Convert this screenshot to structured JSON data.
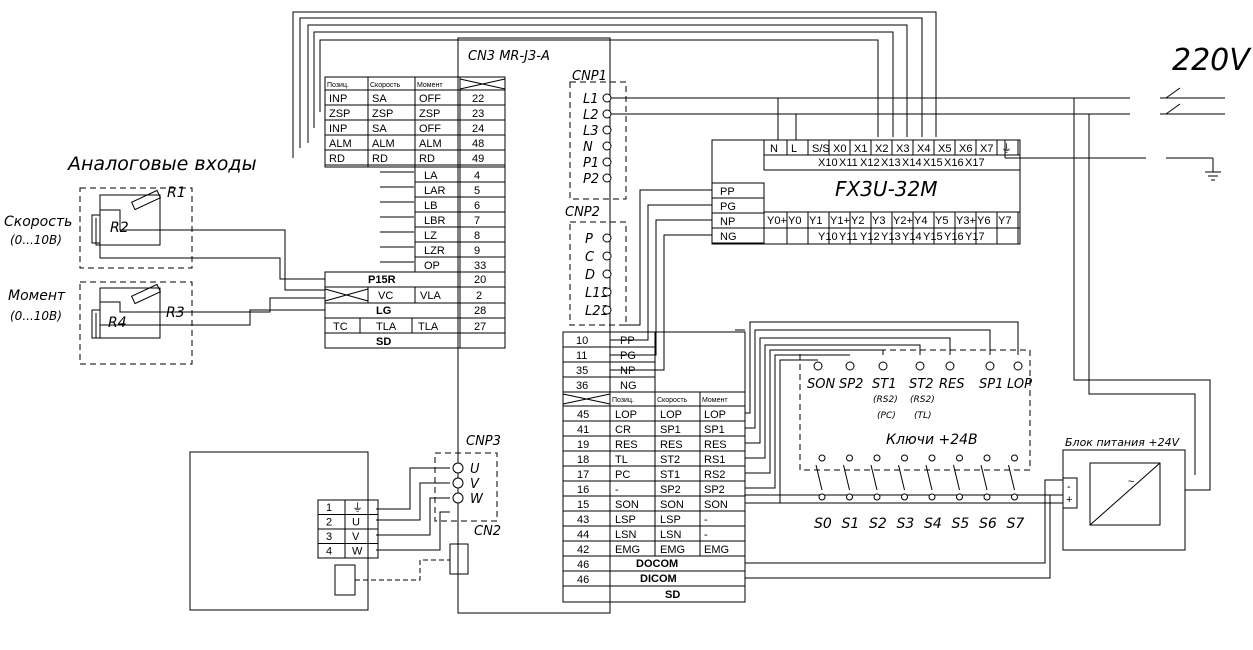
{
  "title_voltage": "220V",
  "analog_inputs_label": "Аналоговые входы",
  "speed_label": "Скорость",
  "speed_range": "(0...10В)",
  "torque_label": "Момент",
  "torque_range": "(0...10В)",
  "resistors": [
    "R1",
    "R2",
    "R3",
    "R4"
  ],
  "cn3_header": "CN3  MR-J3-A",
  "cnp1_label": "CNP1",
  "cnp2_label": "CNP2",
  "cnp3_label": "CNP3",
  "cn2_label": "CN2",
  "plc_model": "FX3U-32M",
  "keys_label": "Ключи +24В",
  "power_supply_label": "Блок питания +24V",
  "cn3_table": {
    "headers": [
      "Позиц.",
      "Скорость",
      "Момент"
    ],
    "rows": [
      [
        "INP",
        "SA",
        "OFF",
        "22"
      ],
      [
        "ZSP",
        "ZSP",
        "ZSP",
        "23"
      ],
      [
        "INP",
        "SA",
        "OFF",
        "24"
      ],
      [
        "ALM",
        "ALM",
        "ALM",
        "48"
      ],
      [
        "RD",
        "RD",
        "RD",
        "49"
      ]
    ],
    "analog_rows": [
      [
        "LA",
        "4"
      ],
      [
        "LAR",
        "5"
      ],
      [
        "LB",
        "6"
      ],
      [
        "LBR",
        "7"
      ],
      [
        "LZ",
        "8"
      ],
      [
        "LZR",
        "9"
      ],
      [
        "OP",
        "33"
      ]
    ],
    "p15r": [
      "P15R",
      "20"
    ],
    "vc_row": [
      "VC",
      "VLA",
      "2"
    ],
    "lg_row": [
      "LG",
      "28"
    ],
    "tc_row": [
      "TC",
      "TLA",
      "TLA",
      "27"
    ],
    "sd": "SD"
  },
  "cnp1_pins": [
    "L1",
    "L2",
    "L3",
    "N",
    "P1",
    "P2"
  ],
  "cnp2_pins": [
    "P",
    "C",
    "D",
    "L11",
    "L21"
  ],
  "cnp3_pins": [
    "U",
    "V",
    "W"
  ],
  "plc_top_terminals": [
    "N",
    "L",
    "S/S",
    "X0",
    "X1",
    "X2",
    "X3",
    "X4",
    "X5",
    "X6",
    "X7",
    "⏚"
  ],
  "plc_top_terminals_2": [
    "X10",
    "X11",
    "X12",
    "X13",
    "X14",
    "X15",
    "X16",
    "X17"
  ],
  "plc_bottom_terminals": [
    "Y0+",
    "Y0",
    "Y1",
    "Y1+",
    "Y2",
    "Y3",
    "Y2+",
    "Y4",
    "Y5",
    "Y3+",
    "Y6",
    "Y7"
  ],
  "plc_bottom_terminals_2": [
    "Y10",
    "Y11",
    "Y12",
    "Y13",
    "Y14",
    "Y15",
    "Y16",
    "Y17"
  ],
  "plc_left_terminals": [
    "PP",
    "PG",
    "NP",
    "NG"
  ],
  "bottom_table": {
    "top_rows": [
      [
        "10",
        "PP"
      ],
      [
        "11",
        "PG"
      ],
      [
        "35",
        "NP"
      ],
      [
        "36",
        "NG"
      ]
    ],
    "headers": [
      "Позиц.",
      "Скорость",
      "Момент"
    ],
    "rows": [
      [
        "45",
        "LOP",
        "LOP",
        "LOP"
      ],
      [
        "41",
        "CR",
        "SP1",
        "SP1"
      ],
      [
        "19",
        "RES",
        "RES",
        "RES"
      ],
      [
        "18",
        "TL",
        "ST2",
        "RS1"
      ],
      [
        "17",
        "PC",
        "ST1",
        "RS2"
      ],
      [
        "16",
        "-",
        "SP2",
        "SP2"
      ],
      [
        "15",
        "SON",
        "SON",
        "SON"
      ],
      [
        "43",
        "LSP",
        "LSP",
        "-"
      ],
      [
        "44",
        "LSN",
        "LSN",
        "-"
      ],
      [
        "42",
        "EMG",
        "EMG",
        "EMG"
      ]
    ],
    "docom": [
      "46",
      "DOCOM"
    ],
    "dicom": [
      "46",
      "DICOM"
    ],
    "sd": "SD"
  },
  "motor_table": [
    [
      "1",
      "⏚"
    ],
    [
      "2",
      "U"
    ],
    [
      "3",
      "V"
    ],
    [
      "4",
      "W"
    ]
  ],
  "indicator_labels": [
    "SON",
    "SP2",
    "ST1",
    "ST2",
    "RES",
    "SP1",
    "LOP"
  ],
  "indicator_sublabels": [
    [
      "",
      ""
    ],
    [
      "",
      ""
    ],
    [
      "(RS2)",
      "(PC)"
    ],
    [
      "(RS2)",
      "(TL)"
    ]
  ],
  "switch_labels": [
    "S0",
    "S1",
    "S2",
    "S3",
    "S4",
    "S5",
    "S6",
    "S7"
  ],
  "ps_polarity": [
    "-",
    "+"
  ],
  "ps_symbol": "~"
}
